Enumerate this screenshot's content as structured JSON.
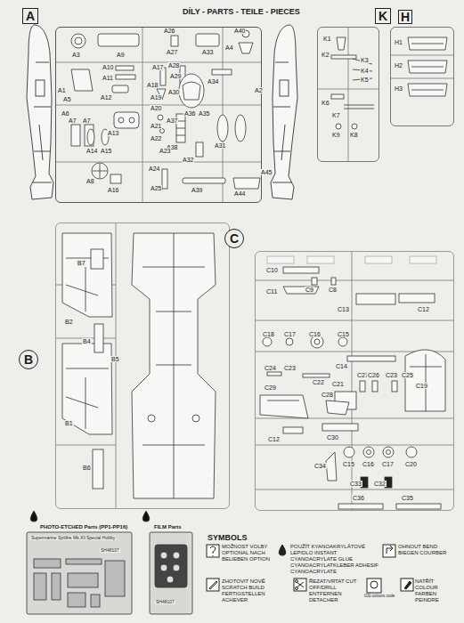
{
  "diagram": {
    "title": "DÍLY - PARTS - TEILE - PIECES",
    "nodes": [
      {
        "text": [
          "A"
        ]
      },
      {
        "text": [
          "K"
        ]
      },
      {
        "text": [
          "H"
        ]
      },
      {
        "text": [
          "B"
        ]
      },
      {
        "text": [
          "C"
        ]
      }
    ],
    "labels": [
      "A3",
      "A9",
      "A26",
      "A27",
      "A33",
      "A40",
      "A4",
      "A1",
      "A2",
      "A10",
      "A11",
      "A5",
      "A12",
      "A17",
      "A18",
      "A19",
      "A28",
      "A29",
      "A30",
      "A34",
      "A35",
      "A36",
      "A20",
      "A6",
      "A7",
      "A7",
      "A13",
      "A21",
      "A22",
      "A37",
      "A38",
      "A31",
      "A23",
      "A14",
      "A15",
      "A32",
      "A8",
      "A16",
      "A24",
      "A25",
      "A39",
      "A44",
      "A45",
      "K1",
      "K2",
      "K3",
      "K4",
      "K5",
      "K6",
      "K7",
      "K9",
      "K8",
      "H1",
      "H2",
      "H3",
      "B7",
      "B2",
      "B4",
      "B5",
      "B1",
      "B6",
      "C10",
      "C11",
      "C9",
      "C8",
      "C13",
      "C12",
      "C18",
      "C17",
      "C16",
      "C15",
      "C14",
      "C24",
      "C23",
      "C22",
      "C21",
      "C27",
      "C26",
      "C23",
      "C25",
      "C19",
      "C29",
      "C28",
      "C30",
      "C12",
      "C34",
      "C15",
      "C16",
      "C17",
      "C20",
      "C33",
      "C32",
      "C36",
      "C35",
      "PHOTO-ETCHED Parts (PP1-PP16)",
      "Supermarine Spitfire Mk.XII",
      "Special Hobby",
      "SH48107",
      "FILM Parts",
      "SH48107",
      "SYMBOLS",
      "GSi colours code"
    ],
    "legend": [
      {
        "text": "MOŽNOST VOLBY OPTIONAL NACH BELIEBEN OPTION"
      },
      {
        "text": "POUŽÍT KYANOAKRYLÁTOVÉ LEPIDLO INSTANT CYANOACRYLATE GLUE CYANOACRYLATKLEBER ADHESIF CYANOACRYLATE"
      },
      {
        "text": "OHNOUT BEND BIEGEN COURBER"
      },
      {
        "text": "ZHOTOVIT NOVĚ SCRATCH BUILD FERTIGSTELLEN ACHEVER"
      },
      {
        "text": "ŘEZAT/VRTAT CUT OFF/DRILL ENTFERNEN DETACHER"
      },
      {
        "text": "NATŘÍT COLOUR FARBEN PEINDRE"
      }
    ]
  }
}
